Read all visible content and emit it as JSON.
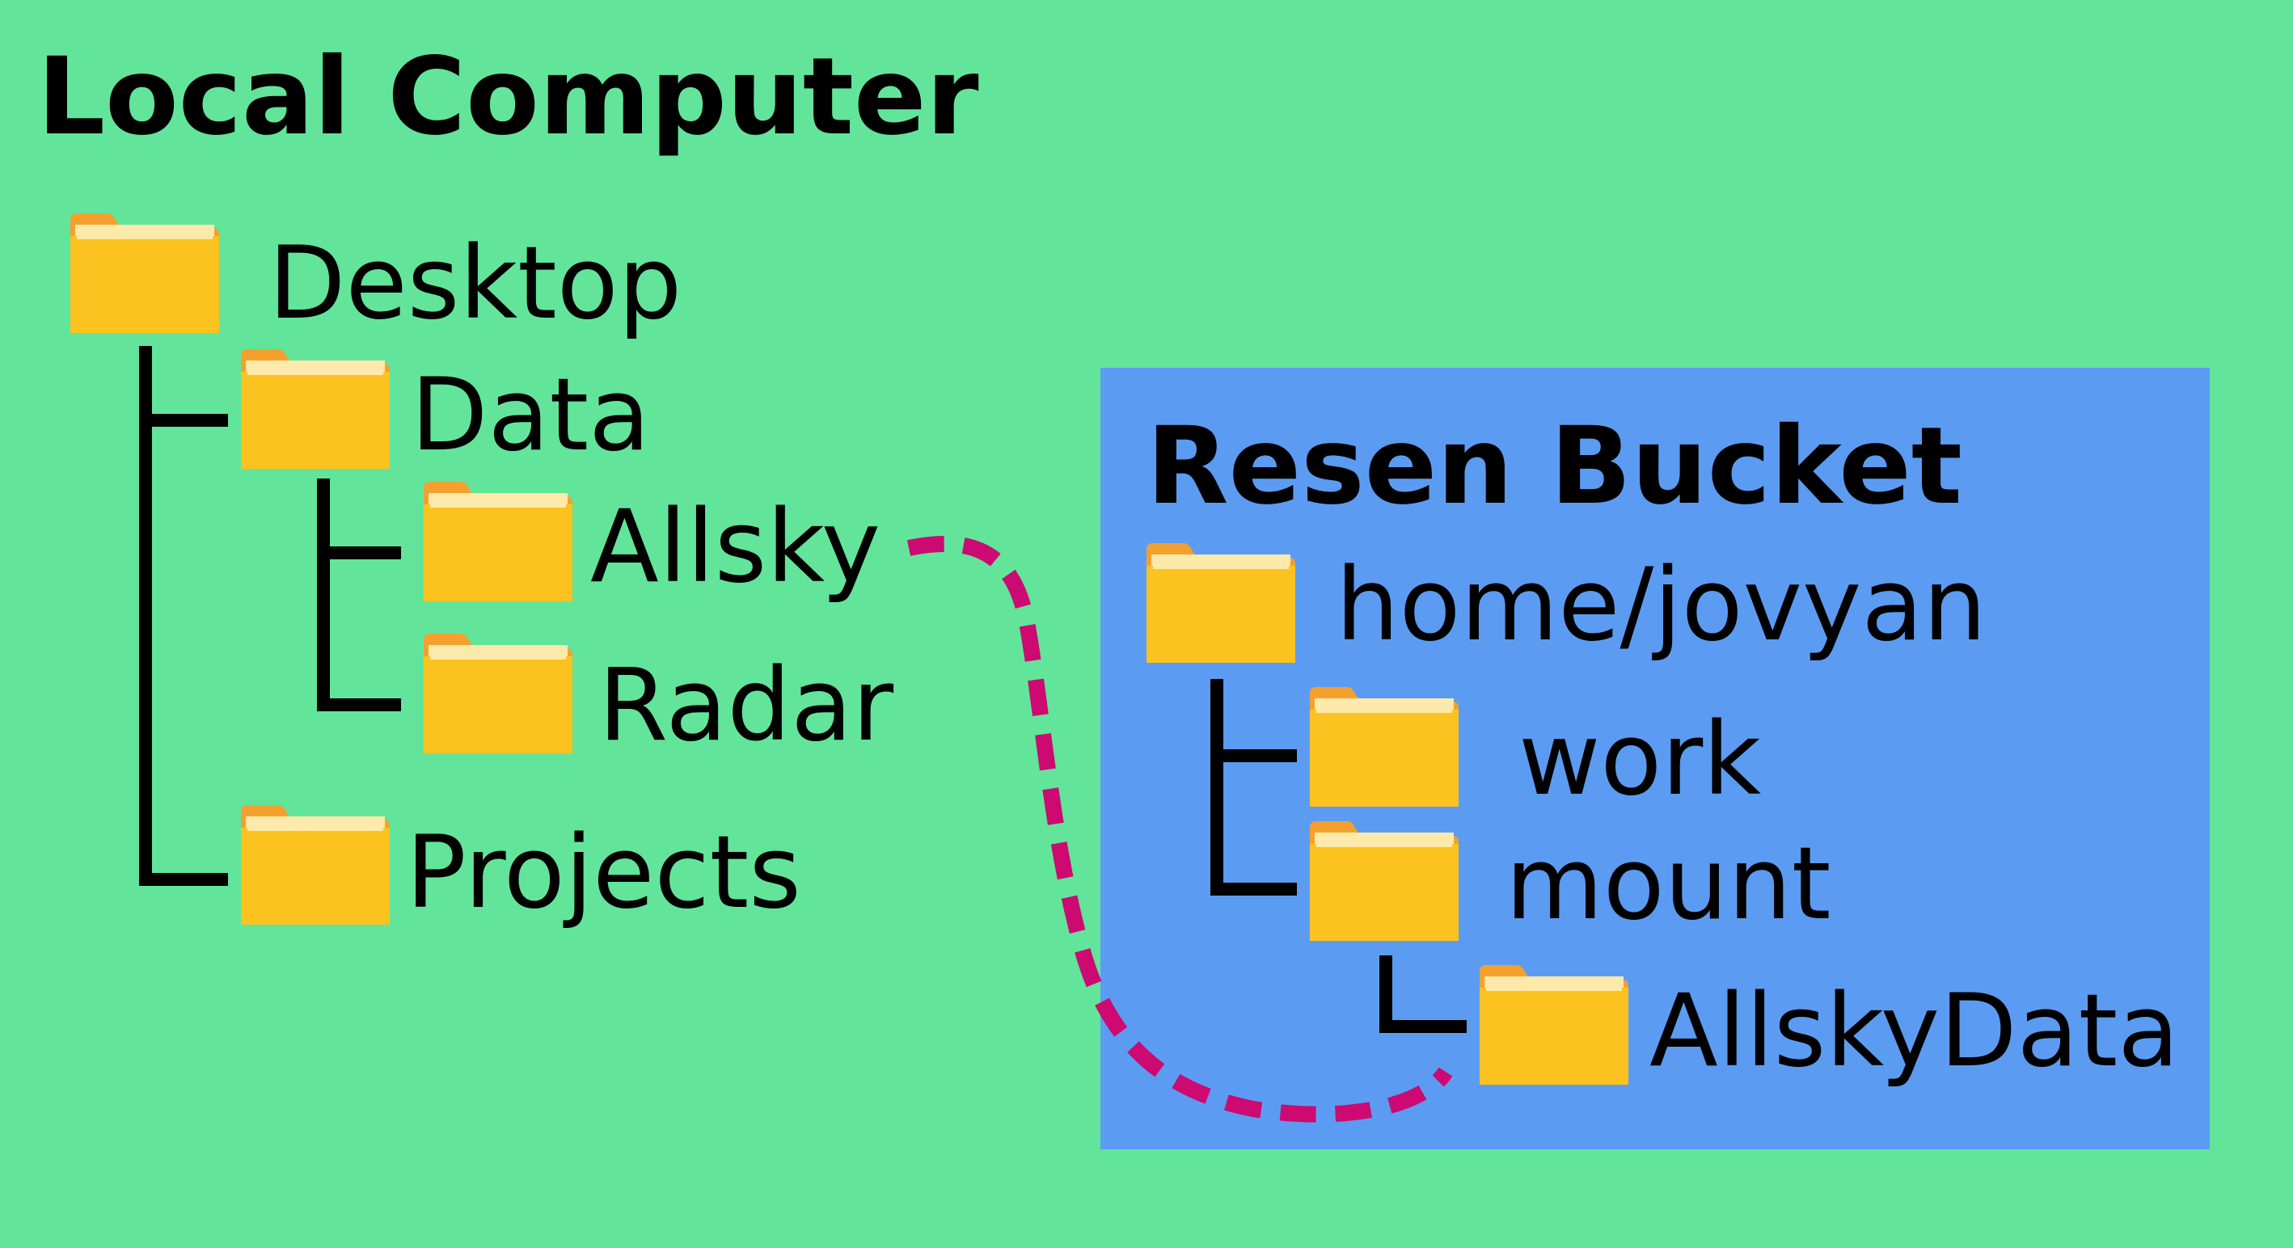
{
  "colors": {
    "background": "#62e59a",
    "bucket_panel": "#5b9cf2",
    "connector": "#cc0a72",
    "folder_body": "#fcc21f",
    "folder_tab": "#f4a02e",
    "folder_stripe": "#fde9a9"
  },
  "local": {
    "title": "Local Computer",
    "folders": [
      {
        "label": "Desktop",
        "icon": "folder-icon"
      },
      {
        "label": "Data",
        "icon": "folder-icon"
      },
      {
        "label": "Allsky",
        "icon": "folder-icon"
      },
      {
        "label": "Radar",
        "icon": "folder-icon"
      },
      {
        "label": "Projects",
        "icon": "folder-icon"
      }
    ]
  },
  "bucket": {
    "title": "Resen Bucket",
    "folders": [
      {
        "label": "home/jovyan",
        "icon": "folder-icon"
      },
      {
        "label": "work",
        "icon": "folder-icon"
      },
      {
        "label": "mount",
        "icon": "folder-icon"
      },
      {
        "label": "AllskyData",
        "icon": "folder-icon"
      }
    ]
  },
  "connector": {
    "from": "Allsky",
    "to": "AllskyData",
    "style": "dashed"
  }
}
